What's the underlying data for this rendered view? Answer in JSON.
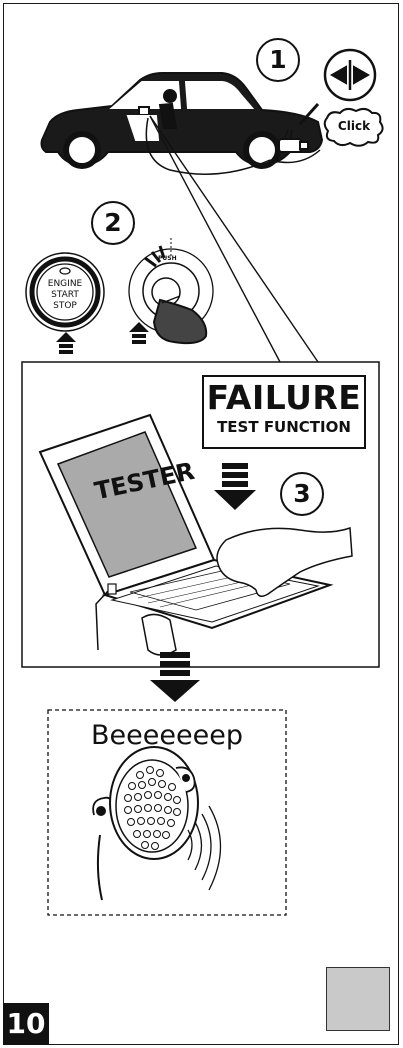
{
  "page": {
    "number": "10"
  },
  "steps": [
    {
      "number": "1",
      "click_label": "Click"
    },
    {
      "number": "2",
      "button_text": [
        "ENGINE",
        "START",
        "STOP"
      ],
      "push_label": "PUSH"
    },
    {
      "number": "3",
      "failure_title": "FAILURE",
      "failure_subtitle": "TEST FUNCTION",
      "screen_text": "TESTER"
    }
  ],
  "beep": {
    "label": "Beeeeeeep"
  },
  "icons": [
    "car-icon",
    "connector-icon",
    "push-button-icon",
    "ignition-key-icon",
    "laptop-icon",
    "buzzer-icon",
    "arrow-down-icon"
  ],
  "colors": {
    "ink": "#111111",
    "gray_square": "#c9c9c9",
    "page_badge": "#111111"
  }
}
